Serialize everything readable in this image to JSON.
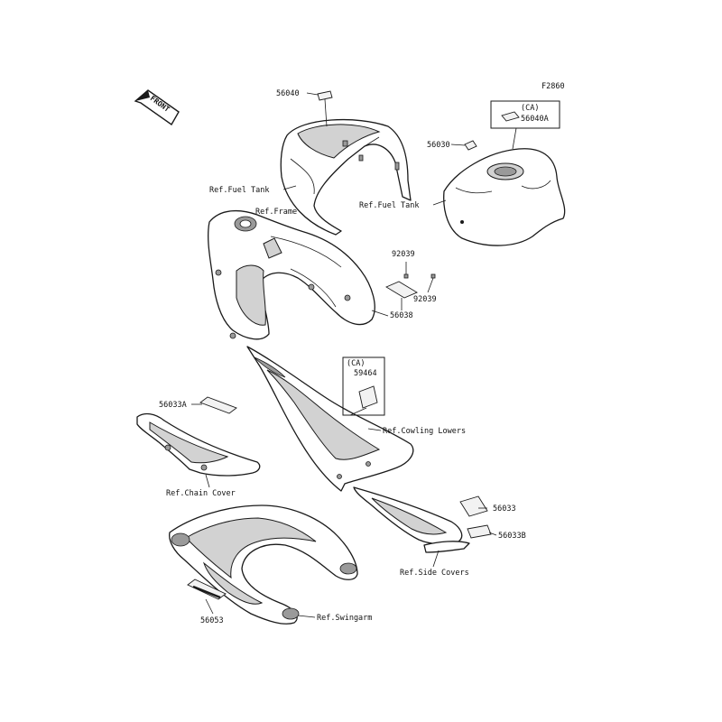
{
  "figure_code": "F2860",
  "front_marker": "FRONT",
  "parts": {
    "p56040": "56040",
    "ca_top": "(CA)",
    "p56040A": "56040A",
    "p56030": "56030",
    "p92039a": "92039",
    "p92039b": "92039",
    "p56038": "56038",
    "ca_mid": "(CA)",
    "p59464": "59464",
    "p56033A": "56033A",
    "p56033": "56033",
    "p56033B": "56033B",
    "p56053": "56053"
  },
  "refs": {
    "fuel_tank_left": "Ref.Fuel Tank",
    "fuel_tank_right": "Ref.Fuel Tank",
    "frame": "Ref.Frame",
    "cowling_lowers": "Ref.Cowling Lowers",
    "chain_cover": "Ref.Chain Cover",
    "side_covers": "Ref.Side Covers",
    "swingarm": "Ref.Swingarm"
  },
  "colors": {
    "line": "#1a1a1a",
    "shade": "#d2d2d2",
    "background": "#ffffff"
  }
}
